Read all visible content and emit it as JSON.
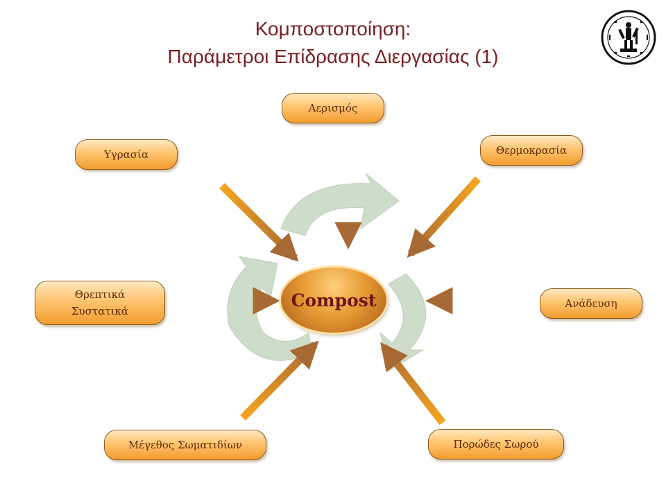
{
  "title": {
    "line1": "Κομποστοποίηση:",
    "line2": "Παράμετροι Επίδρασης Διεργασίας (1)"
  },
  "logo": {
    "icon": "university-seal-icon"
  },
  "center": {
    "label": "Compost"
  },
  "factors": {
    "aeration": "Αερισμός",
    "moisture": "Υγρασία",
    "temperature": "Θερμοκρασία",
    "nutrients_line1": "Θρεπτικά",
    "nutrients_line2": "Συστατικά",
    "turning": "Ανάδευση",
    "particle_size": "Μέγεθος Σωματιδίων",
    "porosity": "Πορώδες Σωρού"
  },
  "colors": {
    "title": "#7a1f1f",
    "node_fill": "#ffc470",
    "node_border": "#8a5a1c",
    "arrow_light": "#f6a51f",
    "arrow_dark": "#a86a34",
    "cycle": "#c8dac4"
  }
}
